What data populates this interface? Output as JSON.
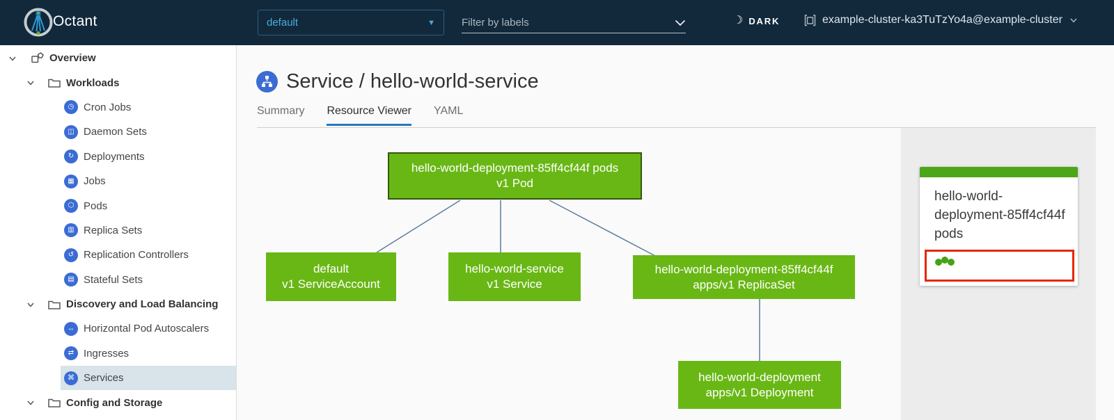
{
  "header": {
    "app_title": "Octant",
    "namespace": {
      "value": "default"
    },
    "filter": {
      "placeholder": "Filter by labels"
    },
    "theme": {
      "label": "DARK",
      "icon": "moon-icon"
    },
    "cluster": {
      "label": "example-cluster-ka3TuTzYo4a@example-cluster",
      "icon": "cluster-icon"
    }
  },
  "sidebar": {
    "items": [
      {
        "label": "Overview",
        "level": 1,
        "type": "group",
        "icon": "overview-icon",
        "expanded": true
      },
      {
        "label": "Workloads",
        "level": 2,
        "type": "group",
        "icon": "folder-icon",
        "expanded": true
      },
      {
        "label": "Cron Jobs",
        "level": 3,
        "icon": "cronjob-icon"
      },
      {
        "label": "Daemon Sets",
        "level": 3,
        "icon": "daemonset-icon"
      },
      {
        "label": "Deployments",
        "level": 3,
        "icon": "deployment-icon"
      },
      {
        "label": "Jobs",
        "level": 3,
        "icon": "job-icon"
      },
      {
        "label": "Pods",
        "level": 3,
        "icon": "pod-icon"
      },
      {
        "label": "Replica Sets",
        "level": 3,
        "icon": "replicaset-icon"
      },
      {
        "label": "Replication Controllers",
        "level": 3,
        "icon": "replication-controller-icon"
      },
      {
        "label": "Stateful Sets",
        "level": 3,
        "icon": "statefulset-icon"
      },
      {
        "label": "Discovery and Load Balancing",
        "level": 2,
        "type": "group",
        "icon": "folder-icon",
        "expanded": true
      },
      {
        "label": "Horizontal Pod Autoscalers",
        "level": 3,
        "icon": "hpa-icon"
      },
      {
        "label": "Ingresses",
        "level": 3,
        "icon": "ingress-icon"
      },
      {
        "label": "Services",
        "level": 3,
        "icon": "service-icon",
        "selected": true
      },
      {
        "label": "Config and Storage",
        "level": 2,
        "type": "group",
        "icon": "folder-icon",
        "expanded": true
      }
    ]
  },
  "main": {
    "title": "Service / hello-world-service",
    "title_icon": "service-icon",
    "tabs": [
      {
        "label": "Summary",
        "active": false
      },
      {
        "label": "Resource Viewer",
        "active": true
      },
      {
        "label": "YAML",
        "active": false
      }
    ]
  },
  "graph": {
    "nodes": [
      {
        "id": "pod",
        "name": "hello-world-deployment-85ff4cf44f pods",
        "kind": "v1 Pod",
        "selected": true
      },
      {
        "id": "serviceaccount",
        "name": "default",
        "kind": "v1 ServiceAccount",
        "selected": false
      },
      {
        "id": "service",
        "name": "hello-world-service",
        "kind": "v1 Service",
        "selected": false
      },
      {
        "id": "replicaset",
        "name": "hello-world-deployment-85ff4cf44f",
        "kind": "apps/v1 ReplicaSet",
        "selected": false
      },
      {
        "id": "deployment",
        "name": "hello-world-deployment",
        "kind": "apps/v1 Deployment",
        "selected": false
      }
    ],
    "edges": [
      {
        "from": "pod",
        "to": "serviceaccount"
      },
      {
        "from": "pod",
        "to": "service"
      },
      {
        "from": "pod",
        "to": "replicaset"
      },
      {
        "from": "replicaset",
        "to": "deployment"
      }
    ]
  },
  "detail_panel": {
    "card_title": "hello-world-deployment-85ff4cf44f pods",
    "status_dot_count": 3
  },
  "icons": {
    "moon-icon": "☾",
    "chevron-down-icon": "⌄",
    "caret-down-icon": "▼",
    "cronjob-icon": "◷",
    "daemonset-icon": "◫",
    "deployment-icon": "↻",
    "job-icon": "▦",
    "pod-icon": "⬡",
    "replicaset-icon": "▥",
    "replication-controller-icon": "↺",
    "statefulset-icon": "▤",
    "hpa-icon": "↔",
    "ingress-icon": "⇄",
    "service-icon": "⌘"
  },
  "colors": {
    "header_bg": "#12293c",
    "accent_blue": "#49afd9",
    "sidebar_icon_blue": "#3b6cd4",
    "selected_row_bg": "#d8e3ea",
    "tab_underline_blue": "#2678be",
    "node_green": "#69b715",
    "card_bar_green": "#4ca619",
    "status_dot_green": "#46a317",
    "highlight_red": "#e62700",
    "edge_blue_gray": "#5b7d9e"
  }
}
